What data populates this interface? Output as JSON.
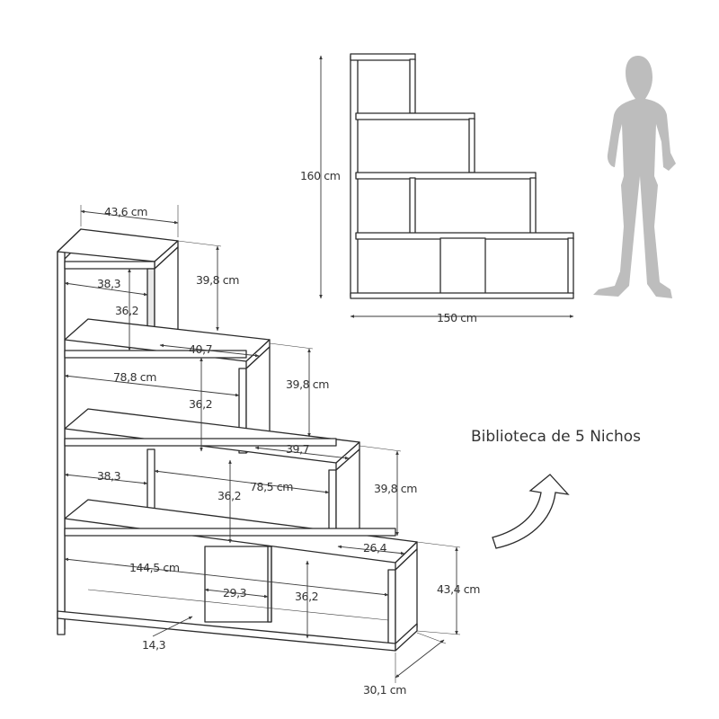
{
  "title": "Biblioteca de 5 Nichos",
  "front_view": {
    "height_label": "160 cm",
    "width_label": "150 cm"
  },
  "iso_view": {
    "top_width": "43,6 cm",
    "tier1_height": "39,8 cm",
    "tier2_height": "39,8 cm",
    "tier3_height": "39,8 cm",
    "base_height": "43,4 cm",
    "depth": "30,1 cm",
    "niche1_width": "38,3",
    "niche1_height": "36,2",
    "step1_width": "40,7",
    "niche2_width": "78,8 cm",
    "niche2_height": "36,2",
    "step2_width": "39,7",
    "niche3a_width": "38,3",
    "niche3b_width": "78,5 cm",
    "niche3_height": "36,2",
    "step3_width": "26,4",
    "base_width": "144,5 cm",
    "door_width": "29,3",
    "base_niche_height": "36,2",
    "plinth": "14,3"
  },
  "colors": {
    "line": "#2b2b2b",
    "silhouette": "#bdbdbd",
    "text": "#333333"
  }
}
